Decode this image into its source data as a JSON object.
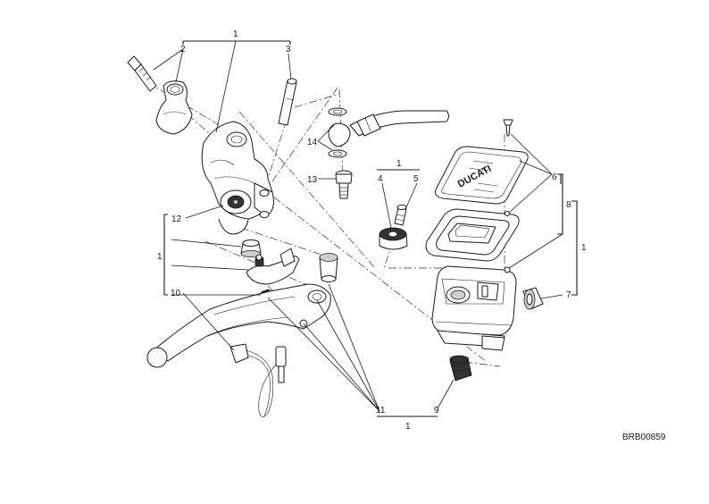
{
  "drawing_code": "BRB00859",
  "callouts": {
    "c1_top": "1",
    "c2": "2",
    "c3": "3",
    "c12": "12",
    "c1_left": "1",
    "c10": "10",
    "c14": "14",
    "c13": "13",
    "c1_mid": "1",
    "c4": "4",
    "c5": "5",
    "c6": "6",
    "c8": "8",
    "c1_right": "1",
    "c7": "7",
    "c11": "11",
    "c9": "9",
    "c1_bottom": "1"
  },
  "cap_logo": "DUCATI",
  "colors": {
    "ink": "#1a1a1a",
    "shade": "#cfcfcf",
    "background": "#ffffff"
  }
}
